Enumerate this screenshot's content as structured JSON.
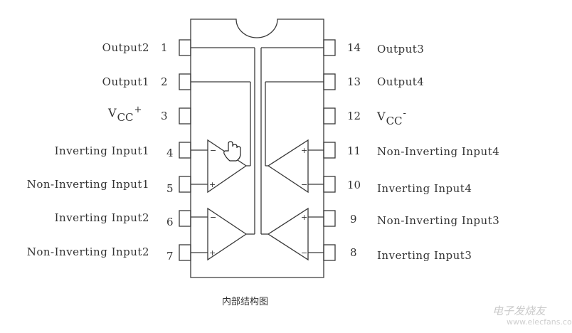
{
  "left_pins": [
    {
      "num": "1",
      "label": "Output2"
    },
    {
      "num": "2",
      "label": "Output1"
    },
    {
      "num": "3",
      "label": "",
      "vcc": {
        "base": "V",
        "sub": "CC",
        "sup": "+"
      }
    },
    {
      "num": "4",
      "label": "Inverting Input1"
    },
    {
      "num": "5",
      "label": "Non-Inverting Input1"
    },
    {
      "num": "6",
      "label": "Inverting Input2"
    },
    {
      "num": "7",
      "label": "Non-Inverting Input2"
    }
  ],
  "right_pins": [
    {
      "num": "14",
      "label": "Output3"
    },
    {
      "num": "13",
      "label": "Output4"
    },
    {
      "num": "12",
      "label": "",
      "vcc": {
        "base": "V",
        "sub": "CC",
        "sup": "-"
      }
    },
    {
      "num": "11",
      "label": "Non-Inverting Input4"
    },
    {
      "num": "10",
      "label": "Inverting Input4"
    },
    {
      "num": "9",
      "label": "Non-Inverting Input3"
    },
    {
      "num": "8",
      "label": "Inverting Input3"
    }
  ],
  "opamp_signs": {
    "plus": "+",
    "minus": "−"
  },
  "caption": "内部结构图",
  "watermark": {
    "text": "电子发烧友",
    "url": "www.elecfans.com"
  },
  "colors": {
    "line": "#3a3a3a",
    "text": "#333333",
    "watermark": "#c9c9c9"
  }
}
